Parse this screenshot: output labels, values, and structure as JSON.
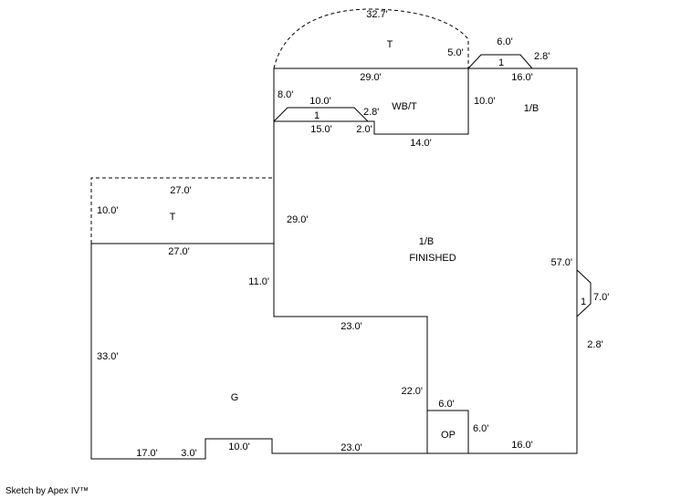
{
  "colors": {
    "line": "#000000",
    "background": "#ffffff"
  },
  "footer": {
    "credit": "Sketch by Apex IV™"
  },
  "labels": {
    "arc_length": "32.7'",
    "arc_area": "T",
    "arc_drop": "5.0'",
    "bay_top_width": "6.0'",
    "bay_top_count": "1",
    "bay_top_slant": "2.8'",
    "top_right_width": "16.0'",
    "top_width": "29.0'",
    "left_upper_height": "8.0'",
    "bay_left_width": "10.0'",
    "bay_left_count": "1",
    "bay_left_slant": "2.8'",
    "wbt_base_left": "15.0'",
    "wbt_base_step": "2.0'",
    "wbt_area": "WB/T",
    "divider_height": "10.0'",
    "upper_right_area": "1/B",
    "wbt_bottom_width": "14.0'",
    "terrace_width": "27.0'",
    "terrace_depth": "10.0'",
    "terrace_area": "T",
    "garage_top_width": "27.0'",
    "main_left_height": "29.0'",
    "garage_step_height": "11.0'",
    "main_area": "1/B",
    "main_area_status": "FINISHED",
    "right_height": "57.0'",
    "bay_right_count": "1",
    "bay_right_height": "7.0'",
    "bay_right_slant": "2.8'",
    "mid_width": "23.0'",
    "garage_left_height": "33.0'",
    "garage_area": "G",
    "garage_right_height": "22.0'",
    "porch_top_width": "6.0'",
    "porch_area": "OP",
    "porch_right_height": "6.0'",
    "bottom_right_width": "16.0'",
    "bottom_left_width": "17.0'",
    "bottom_step_height": "3.0'",
    "bottom_notch_width": "10.0'",
    "bottom_mid_width": "23.0'"
  }
}
